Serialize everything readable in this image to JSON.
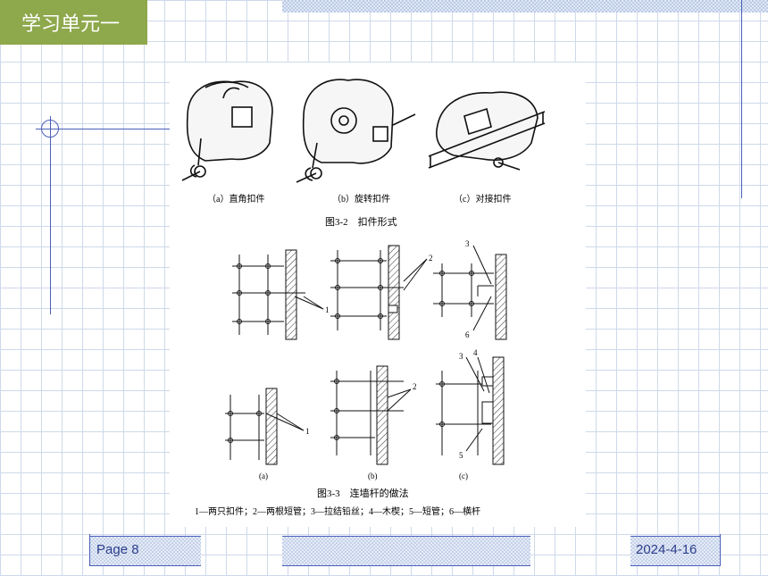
{
  "unit_tab": {
    "label": "学习单元一",
    "color": "#8ea84c"
  },
  "figure_3_2": {
    "captions": [
      "（a）直角扣件",
      "（b）旋转扣件",
      "（c）对接扣件"
    ],
    "title": "图3-2　扣件形式"
  },
  "figure_3_3": {
    "callouts": [
      "1",
      "2",
      "3",
      "6",
      "1",
      "2",
      "3",
      "4",
      "5"
    ],
    "sublabels": [
      "(a)",
      "(b)",
      "(c)"
    ],
    "title": "图3-3　连墙杆的做法",
    "legend": "1—两只扣件；2—两根短管；3—拉结铅丝；4—木楔；5—短管；6—横杆"
  },
  "footer": {
    "page": "Page 8",
    "date": "2024-4-16"
  }
}
